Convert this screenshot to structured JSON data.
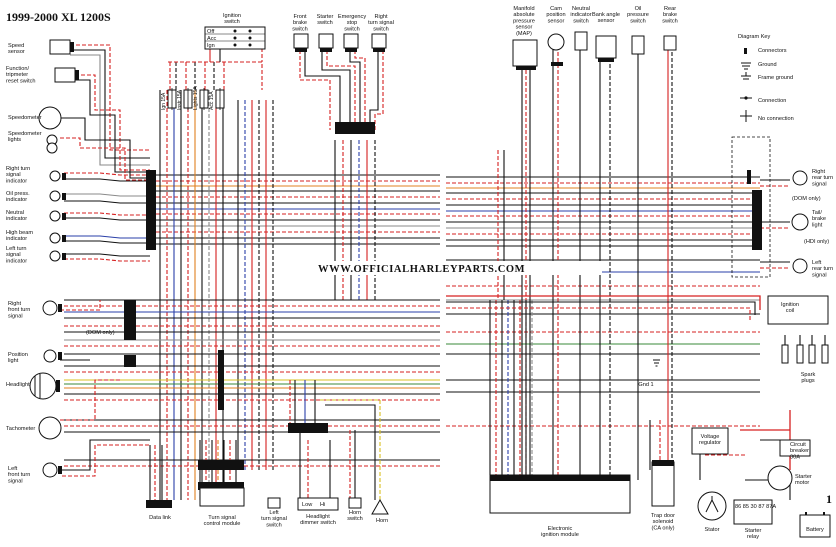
{
  "title": "1999-2000 XL 1200S",
  "watermark": "WWW.OFFICIALHARLEYPARTS.COM",
  "page_number": "1",
  "left_components": [
    {
      "key": "speed",
      "text": "Speed\nsensor"
    },
    {
      "key": "function",
      "text": "Function/\ntripmeter\nreset switch"
    },
    {
      "key": "speedometer",
      "text": "Speedometer"
    },
    {
      "key": "speedo_lights",
      "text": "Speedometer\nlights"
    },
    {
      "key": "right_turn_ind",
      "text": "Right turn\nsignal\nindicator"
    },
    {
      "key": "oil_press",
      "text": "Oil press.\nindicator"
    },
    {
      "key": "neutral_ind",
      "text": "Neutral\nindicator"
    },
    {
      "key": "high_beam",
      "text": "High beam\nindicator"
    },
    {
      "key": "left_turn_ind",
      "text": "Left turn\nsignal\nindicator"
    },
    {
      "key": "right_front_turn",
      "text": "Right\nfront turn\nsignal"
    },
    {
      "key": "dom_only_left",
      "text": "(DOM only)"
    },
    {
      "key": "position_light",
      "text": "Position\nlight"
    },
    {
      "key": "headlight",
      "text": "Headlight"
    },
    {
      "key": "tachometer",
      "text": "Tachometer"
    },
    {
      "key": "left_front_turn",
      "text": "Left\nfront turn\nsignal"
    }
  ],
  "top_components": [
    {
      "key": "ignition",
      "text": "Ignition\nswitch"
    },
    {
      "key": "front_brake",
      "text": "Front\nbrake\nswitch"
    },
    {
      "key": "starter_sw",
      "text": "Starter\nswitch"
    },
    {
      "key": "emergency",
      "text": "Emergency\nstop\nswitch"
    },
    {
      "key": "right_turn_sw",
      "text": "Right\nturn signal\nswitch"
    },
    {
      "key": "map",
      "text": "Manifold\nabsolute\npressure\nsensor\n(MAP)"
    },
    {
      "key": "cam",
      "text": "Cam\nposition\nsensor"
    },
    {
      "key": "neutral_sw",
      "text": "Neutral\nindicator\nswitch"
    },
    {
      "key": "bank_angle",
      "text": "Bank angle\nsensor"
    },
    {
      "key": "oil_sw",
      "text": "Oil\npressure\nswitch"
    },
    {
      "key": "rear_brake",
      "text": "Rear\nbrake\nswitch"
    }
  ],
  "ignition_positions": [
    "Off",
    "Acc",
    "Ign"
  ],
  "fuses": [
    "Ign 15A",
    "Instr 15A",
    "Lights 15A",
    "Acc 15A"
  ],
  "bottom_components": [
    {
      "key": "data_link",
      "text": "Data link"
    },
    {
      "key": "turn_module",
      "text": "Turn signal\ncontrol module"
    },
    {
      "key": "left_turn_sw",
      "text": "Left\nturn signal\nswitch"
    },
    {
      "key": "headlight_dimmer",
      "text": "Headlight\ndimmer switch"
    },
    {
      "key": "horn_sw",
      "text": "Horn\nswitch"
    },
    {
      "key": "horn",
      "text": "Horn"
    },
    {
      "key": "eim",
      "text": "Electronic\nignition module"
    },
    {
      "key": "trap_door",
      "text": "Trap door\nsolenoid\n(CA only)"
    },
    {
      "key": "stator",
      "text": "Stator"
    },
    {
      "key": "starter_relay",
      "text": "Starter\nrelay"
    },
    {
      "key": "battery",
      "text": "Battery"
    }
  ],
  "dimmer_positions": [
    "Low",
    "Hi"
  ],
  "right_components": [
    {
      "key": "right_rear_turn",
      "text": "Right\nrear turn\nsignal"
    },
    {
      "key": "dom_only_right",
      "text": "(DOM only)"
    },
    {
      "key": "tail_brake",
      "text": "Tail/\nbrake\nlight"
    },
    {
      "key": "hdi_only",
      "text": "(HDI only)"
    },
    {
      "key": "left_rear_turn",
      "text": "Left\nrear turn\nsignal"
    },
    {
      "key": "ignition_coil",
      "text": "Ignition\ncoil"
    },
    {
      "key": "spark_plugs",
      "text": "Spark\nplugs"
    },
    {
      "key": "voltage_reg",
      "text": "Voltage\nregulator"
    },
    {
      "key": "circuit_breaker",
      "text": "Circuit\nbreaker\n30A"
    },
    {
      "key": "starter_motor",
      "text": "Starter\nmotor"
    },
    {
      "key": "gnd1",
      "text": "Gnd 1"
    }
  ],
  "relay_pins": "86 85 30 87 87A",
  "diagram_key": {
    "title": "Diagram Key",
    "items": [
      "Connectors",
      "Ground",
      "Frame ground",
      "Connection",
      "No connection"
    ]
  },
  "colors": {
    "black": "#111111",
    "red": "#d62020",
    "blue": "#2a3fa8",
    "orange": "#e08020",
    "yellow": "#d8c020",
    "green": "#3a8a3a",
    "gray": "#8a8a8a",
    "brown": "#8a5a2a",
    "white_wire": "#cfcfcf"
  }
}
